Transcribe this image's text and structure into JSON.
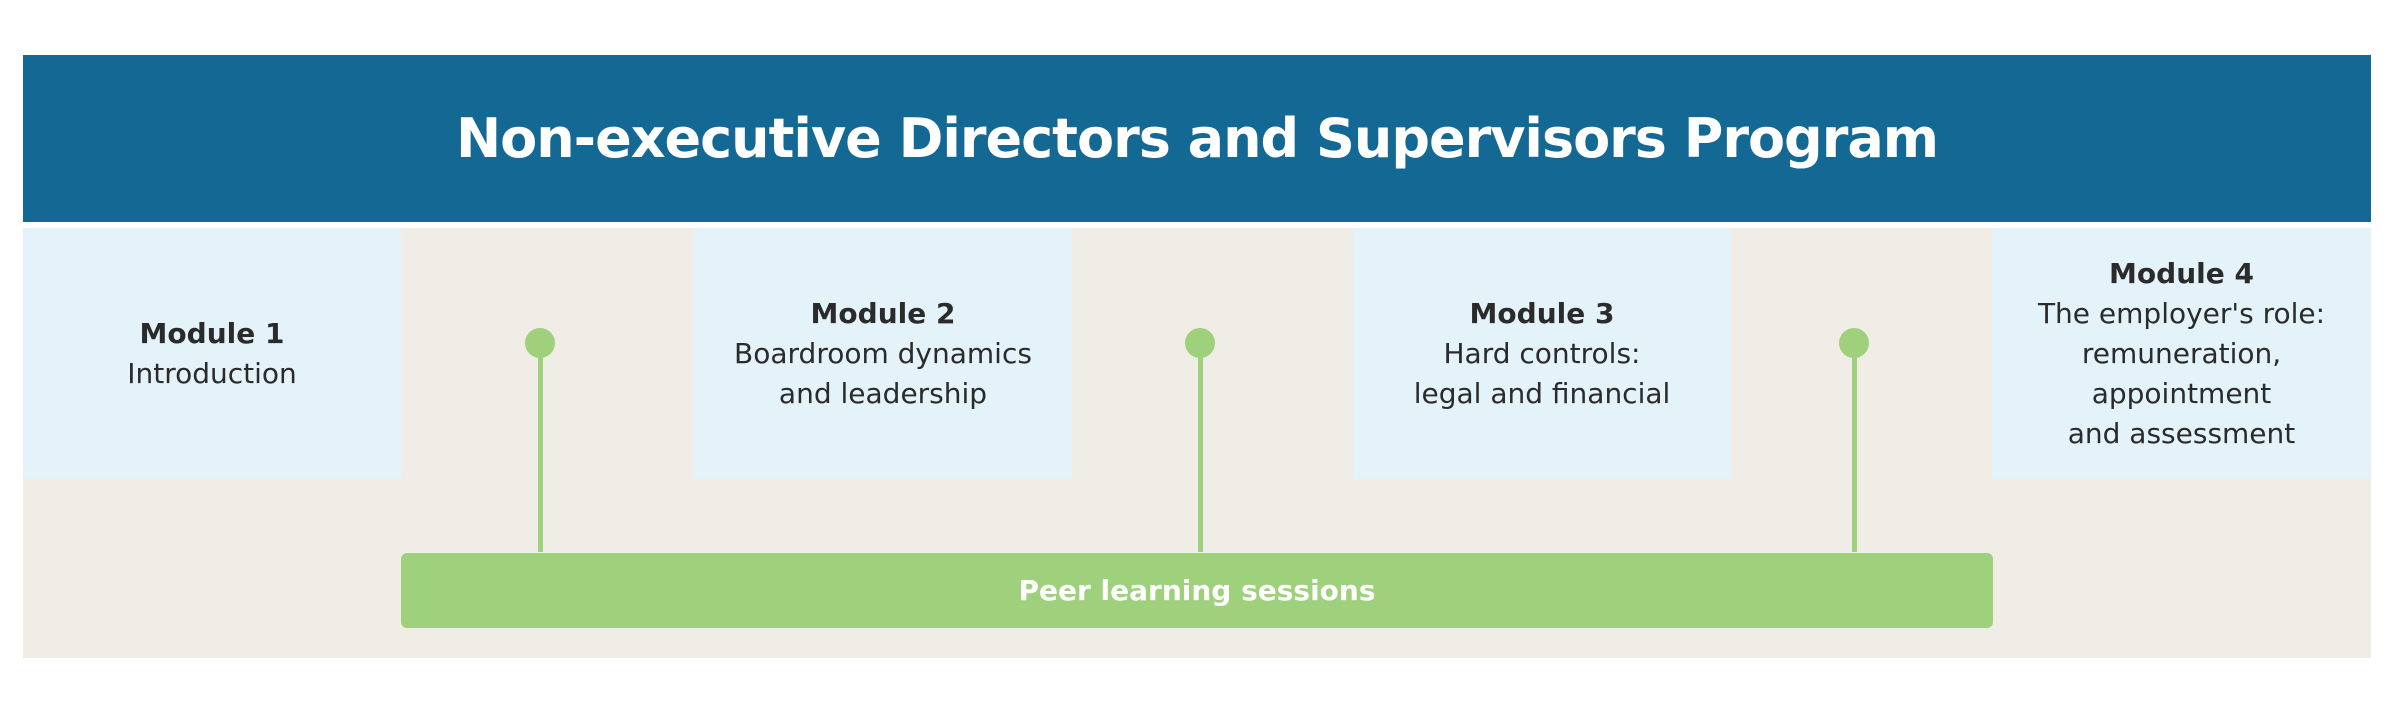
{
  "title": "Non-executive Directors and Supervisors Program",
  "modules": [
    {
      "heading": "Module 1",
      "description": "Introduction"
    },
    {
      "heading": "Module 2",
      "description": "Boardroom dynamics\nand leadership"
    },
    {
      "heading": "Module 3",
      "description": "Hard controls:\nlegal and financial"
    },
    {
      "heading": "Module 4",
      "description": "The employer's role:\nremuneration,\nappointment\nand assessment"
    }
  ],
  "peer_learning": {
    "label": "Peer learning sessions"
  },
  "colors": {
    "header_background": "#146894",
    "module_background": "#e3f3f9",
    "panel_background": "#f0ece6",
    "peer_green": "#9fd17c"
  }
}
